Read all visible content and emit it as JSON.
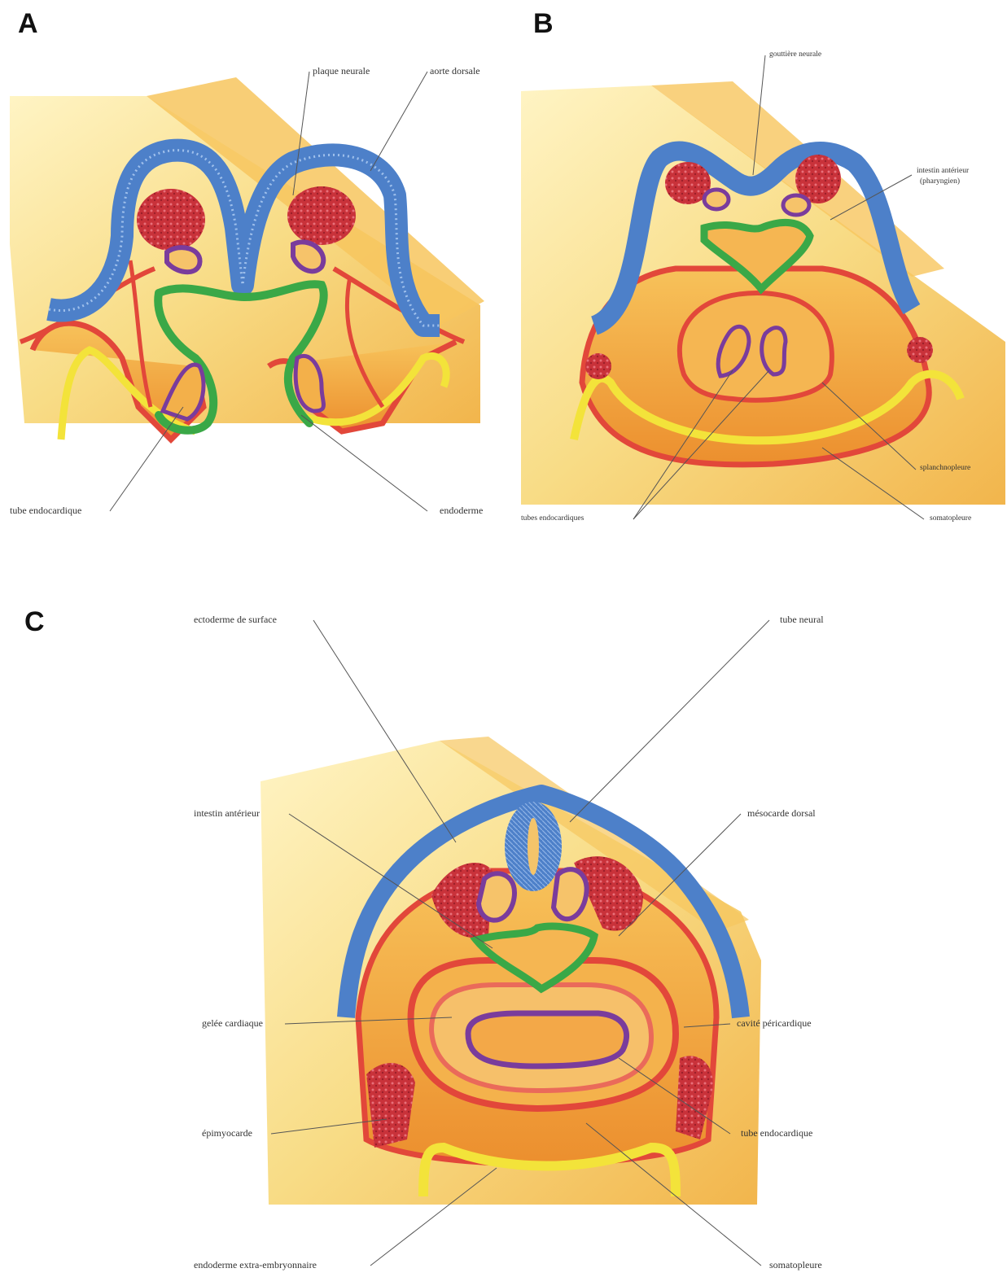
{
  "panels": {
    "a": {
      "letter": "A",
      "labels": {
        "plaque_neurale": "plaque neurale",
        "aorte_dorsale": "aorte dorsale",
        "tube_endocardique": "tube endocardique",
        "endoderme": "endoderme"
      }
    },
    "b": {
      "letter": "B",
      "labels": {
        "gouttiere_neurale": "gouttière neurale",
        "intestin_anterieur": "intestin antérieur",
        "pharyngien": "(pharyngien)",
        "splanchnopleure": "splanchnopleure",
        "tubes_endocardiques": "tubes endocardiques",
        "somatopleure": "somatopleure"
      }
    },
    "c": {
      "letter": "C",
      "labels": {
        "ectoderme_de_surface": "ectoderme de surface",
        "tube_neural": "tube neural",
        "intestin_anterieur": "intestin antérieur",
        "mesocarde_dorsal": "mésocarde dorsal",
        "gelee_cardiaque": "gelée cardiaque",
        "cavite_pericardique": "cavité péricardique",
        "epimyocarde": "épimyocarde",
        "tube_endocardique": "tube endocardique",
        "endoderme_extra_embryonnaire": "endoderme extra-embryonnaire",
        "somatopleure": "somatopleure"
      }
    }
  },
  "colors": {
    "background": "#ffffff",
    "mesoderm_yellow": "#f6d77a",
    "mesoderm_orange": "#f0a53c",
    "ectoderm_blue": "#4d80c9",
    "endoderm_green": "#3aa847",
    "endocardium_purple": "#7a3c9c",
    "mesoderm_red": "#e2473a",
    "cardiogenic_red": "#c9323a",
    "yolk_yellow": "#f3e33a",
    "leader_line": "#555555"
  }
}
